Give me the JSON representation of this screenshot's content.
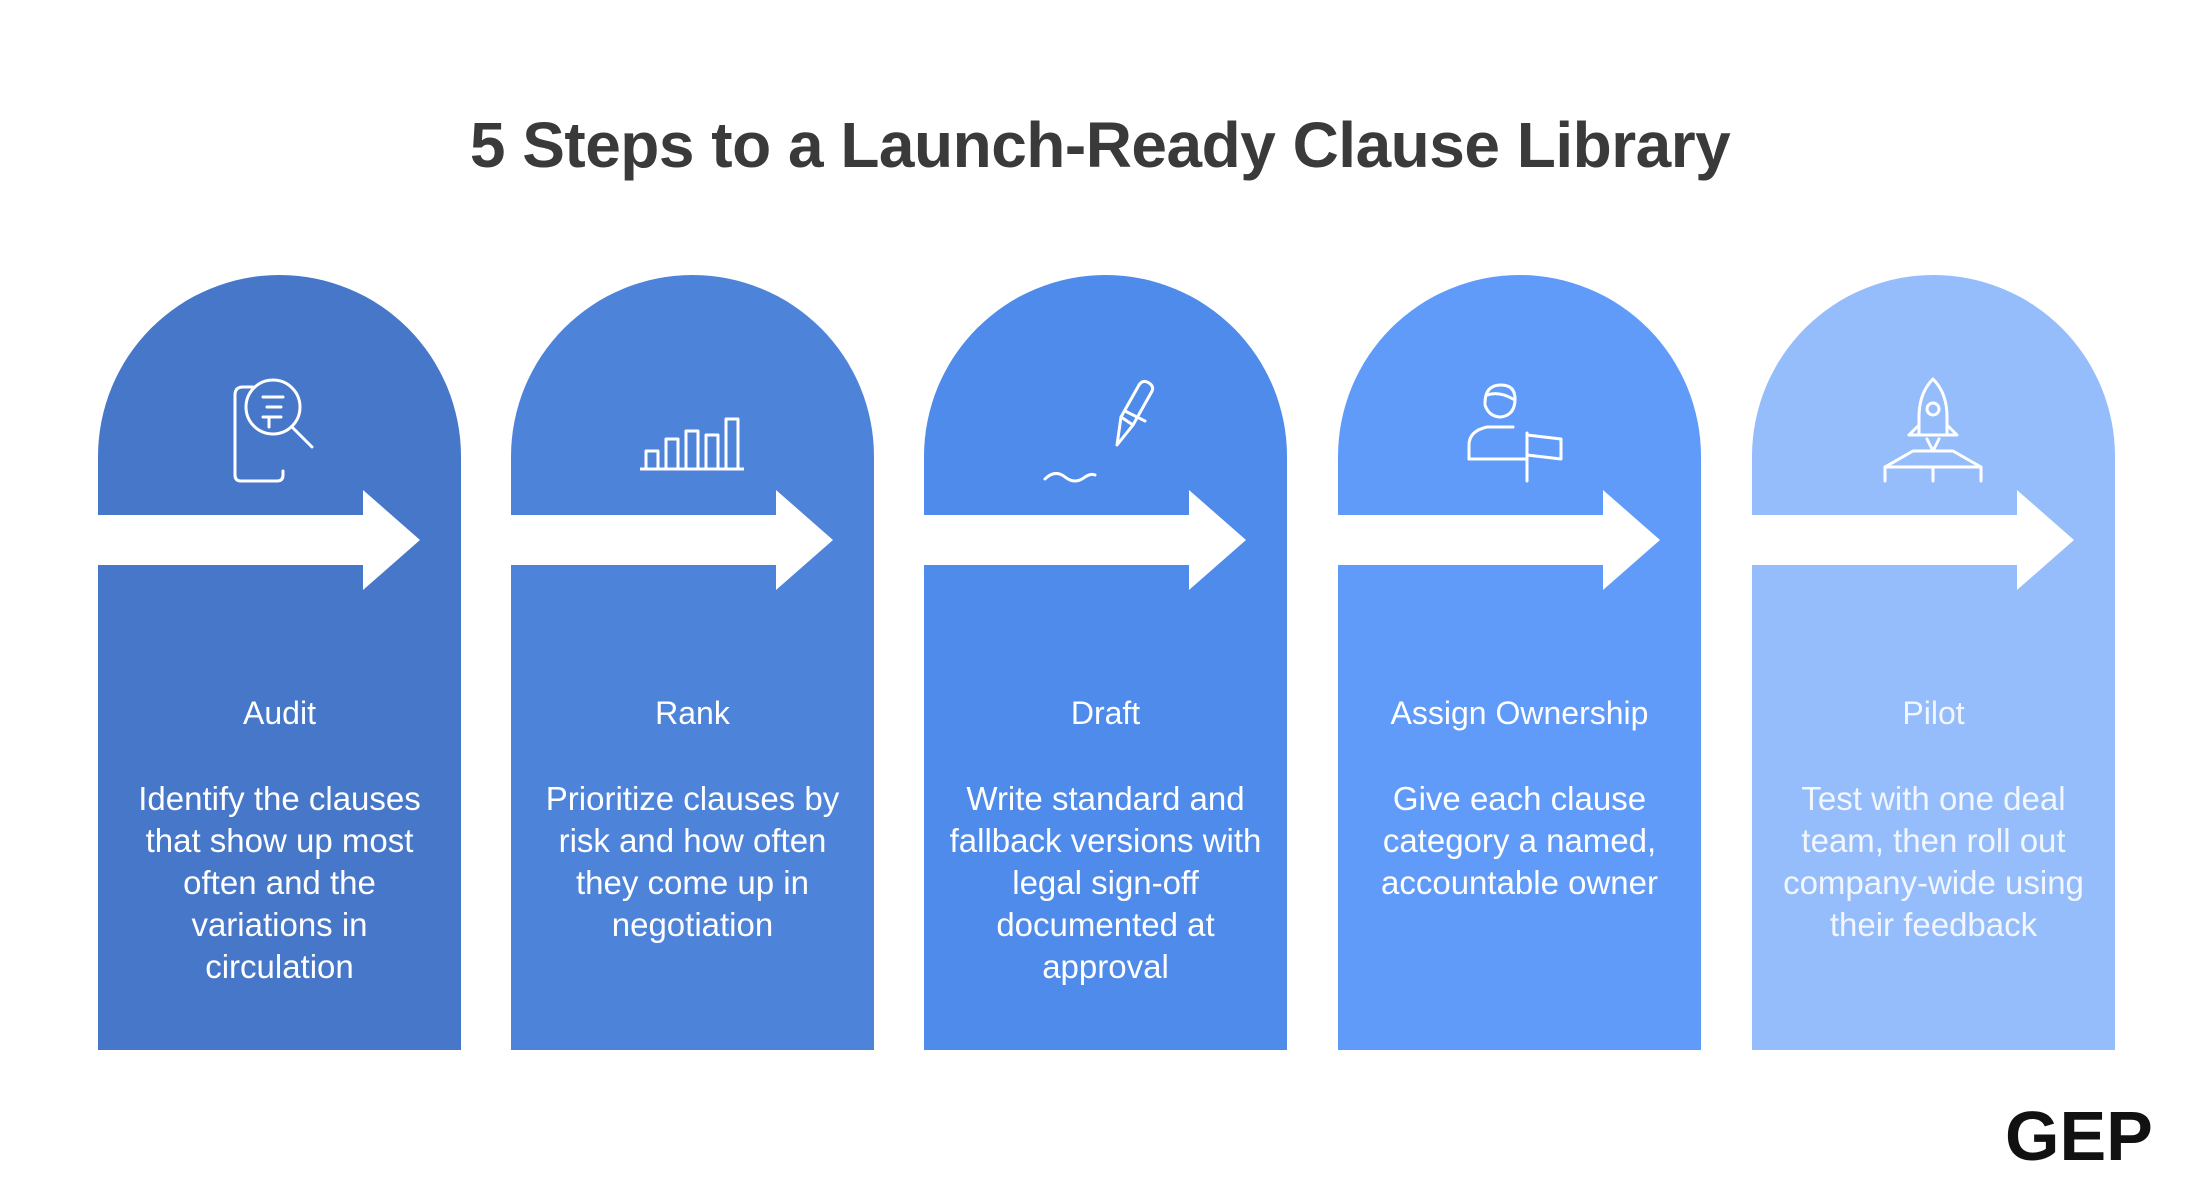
{
  "title": "5 Steps to a Launch-Ready Clause Library",
  "steps": [
    {
      "title": "Audit",
      "description": "Identify the clauses that show up most often and the variations in circulation",
      "icon": "document-search-icon",
      "color": "#4777c9"
    },
    {
      "title": "Rank",
      "description": "Prioritize clauses by risk and how often they come up in negotiation",
      "icon": "bar-chart-icon",
      "color": "#4e83da"
    },
    {
      "title": "Draft",
      "description": "Write standard and fallback versions with legal sign-off documented at approval",
      "icon": "pen-signature-icon",
      "color": "#4f8bea"
    },
    {
      "title": "Assign Ownership",
      "description": "Give each clause category a named, accountable owner",
      "icon": "person-flag-icon",
      "color": "#609bf9"
    },
    {
      "title": "Pilot",
      "description": "Test with one deal team, then roll out company-wide using their feedback",
      "icon": "rocket-launch-icon",
      "color": "#95bcfb"
    }
  ],
  "logo": {
    "text": "GEP"
  }
}
